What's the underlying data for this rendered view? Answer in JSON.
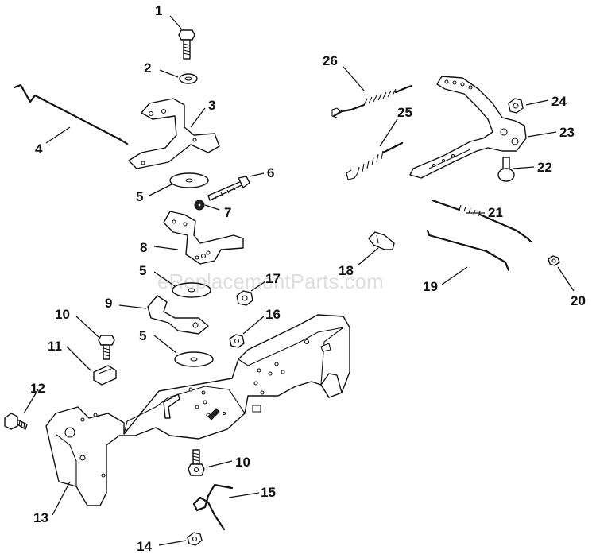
{
  "watermark": "eReplacementParts.com",
  "callouts": [
    "1",
    "2",
    "3",
    "4",
    "5",
    "6",
    "7",
    "8",
    "5",
    "9",
    "17",
    "10",
    "16",
    "11",
    "5",
    "12",
    "13",
    "10",
    "15",
    "14",
    "26",
    "24",
    "25",
    "23",
    "22",
    "21",
    "18",
    "19",
    "20"
  ]
}
